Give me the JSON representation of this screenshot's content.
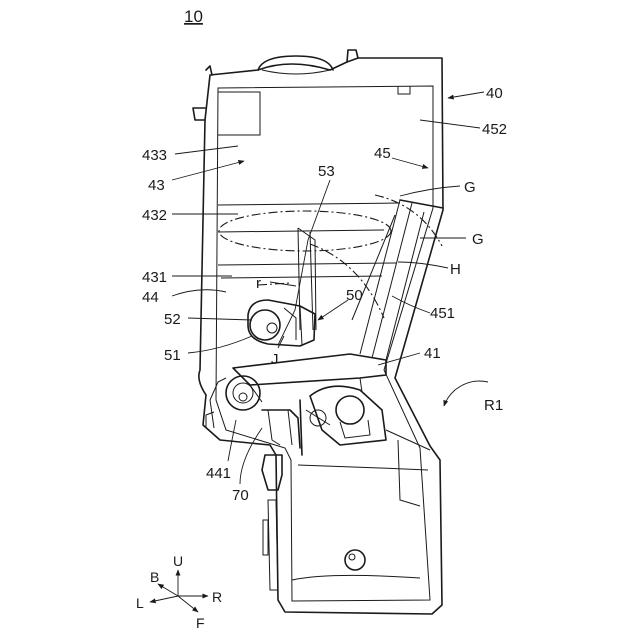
{
  "figure": {
    "title": "10",
    "labels": {
      "n40": "40",
      "n452": "452",
      "n45": "45",
      "n433": "433",
      "n43": "43",
      "n53": "53",
      "G1": "G",
      "n432": "432",
      "G2": "G",
      "n431": "431",
      "r": "r",
      "H": "H",
      "n44": "44",
      "n50": "50",
      "n451": "451",
      "n52": "52",
      "n51": "51",
      "J": "J",
      "n41": "41",
      "R1": "R1",
      "n441": "441",
      "n70": "70"
    },
    "axes": {
      "up": "U",
      "back": "B",
      "left": "L",
      "right": "R",
      "front": "F"
    }
  }
}
